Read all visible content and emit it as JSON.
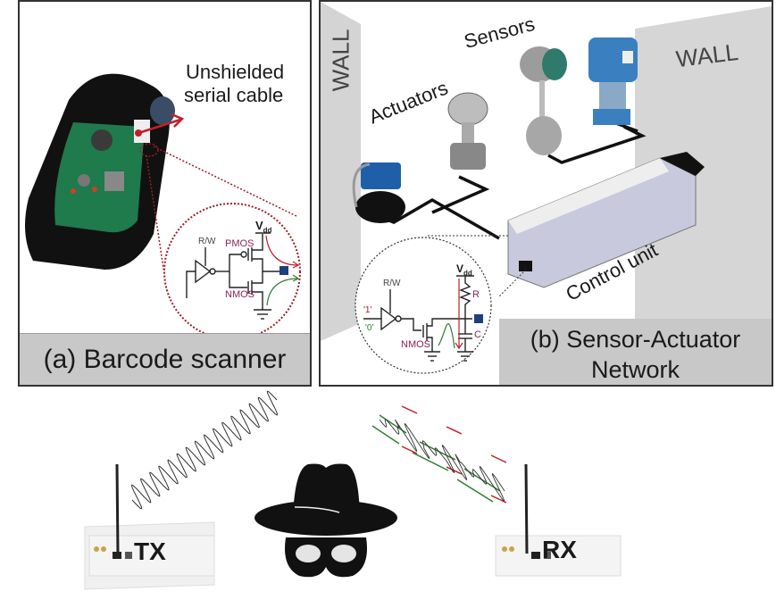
{
  "panel_a": {
    "caption": "(a) Barcode scanner",
    "cable_label_line1": "Unshielded",
    "cable_label_line2": "serial cable",
    "circuit": {
      "vdd": "V",
      "vdd_sub": "dd",
      "rw": "R/W",
      "pmos": "PMOS",
      "nmos": "NMOS"
    }
  },
  "panel_b": {
    "caption_line1": "(b) Sensor-Actuator",
    "caption_line2": "Network",
    "wall_left": "WALL",
    "wall_right": "WALL",
    "sensors": "Sensors",
    "actuators": "Actuators",
    "control_unit": "Control unit",
    "circuit": {
      "vdd": "V",
      "vdd_sub": "dd",
      "rw": "R/W",
      "one": "'1'",
      "zero": "'0'",
      "nmos": "NMOS",
      "r": "R",
      "c": "C"
    }
  },
  "bottom": {
    "tx": "TX",
    "rx": "RX"
  },
  "colors": {
    "pmos_label": "#8b2252",
    "dotted_red": "#a01c28",
    "arrow_red": "#c0202a",
    "arrow_green": "#2e7d32",
    "output_pad": "#1f3f7a",
    "caption_bg": "#c8c8c8",
    "wall_gray": "#d0d0d0",
    "sensor_blue": "#3a7fc0",
    "pump_blue": "#1f5fa8"
  }
}
